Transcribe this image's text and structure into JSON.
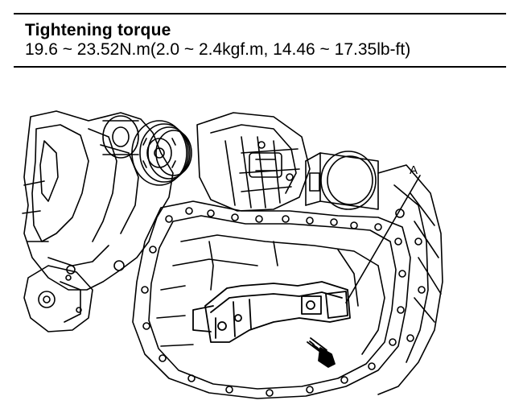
{
  "spec": {
    "title": "Tightening torque",
    "value": "19.6 ~ 23.52N.m(2.0 ~ 2.4kgf.m, 14.46 ~ 17.35lb-ft)"
  },
  "figure": {
    "callout_label": "A"
  }
}
